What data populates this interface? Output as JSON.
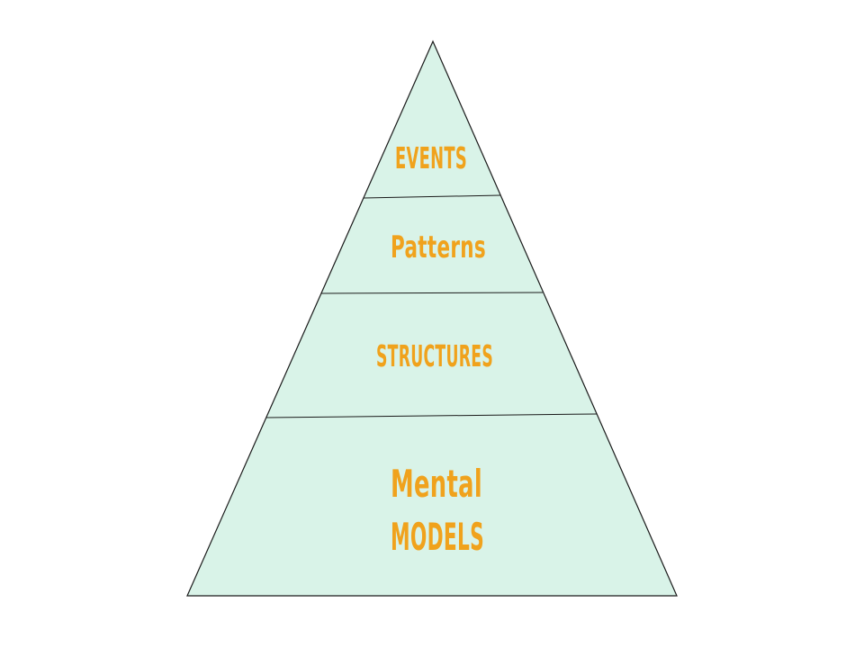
{
  "diagram": {
    "type": "pyramid",
    "fill_color": "#d9f3e8",
    "stroke_color": "#1a1a1a",
    "label_color": "#f0a21c",
    "layers": [
      {
        "id": "events",
        "lines": [
          "EVENTS"
        ]
      },
      {
        "id": "patterns",
        "lines": [
          "Patterns"
        ]
      },
      {
        "id": "structures",
        "lines": [
          "STRUCTURES"
        ]
      },
      {
        "id": "mental-models",
        "lines": [
          "Mental",
          "MODELS"
        ]
      }
    ]
  }
}
